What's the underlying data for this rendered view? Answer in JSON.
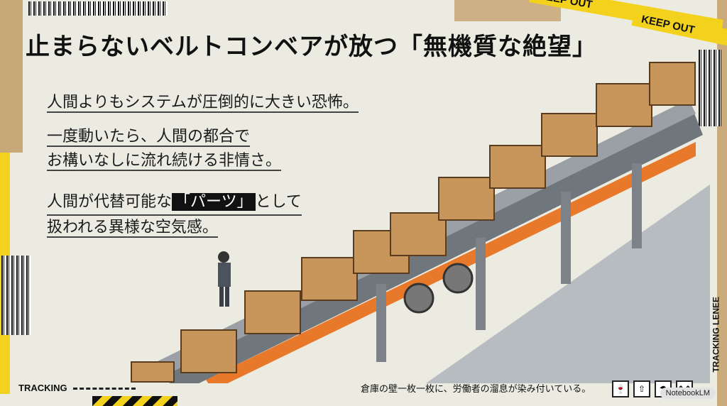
{
  "title": "止まらないベルトコンベアが放つ「無機質な絶望」",
  "tape_text_1": "KEEP OUT",
  "tape_text_2": "KEEP OUT",
  "notes": {
    "line1": "人間よりもシステムが圧倒的に大きい恐怖。",
    "line2a": "一度動いたら、人間の都合で",
    "line2b": "お構いなしに流れ続ける非情さ。",
    "line3a_pre": "人間が代替可能な",
    "line3a_highlight": "「パーツ」",
    "line3a_post": "として",
    "line3b": "扱われる異様な空気感。"
  },
  "bottom": {
    "tracking_label": "TRACKING",
    "caption": "倉庫の壁一枚一枚に、労働者の溜息が染み付いている。",
    "vertical_label": "TRACKING LENEE",
    "watermark": "NotebookLM"
  },
  "icons": [
    "fragile-icon",
    "this-way-up-icon",
    "keep-dry-icon",
    "arrows-up-icon"
  ],
  "colors": {
    "tape_yellow": "#f2d21c",
    "belt_orange": "#e8782a",
    "box_brown": "#c8955a",
    "background": "#ecebe1"
  }
}
